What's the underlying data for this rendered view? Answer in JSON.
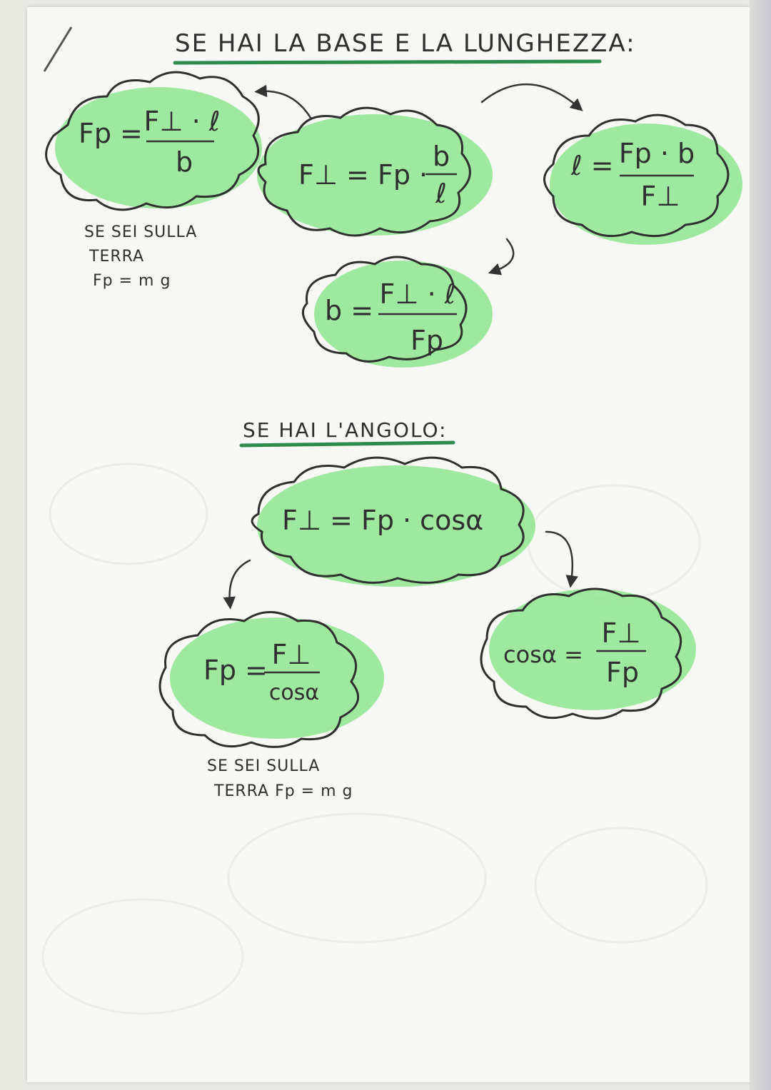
{
  "section1": {
    "heading": "SE HAI LA BASE E LA LUNGHEZZA:",
    "clouds": {
      "fp": {
        "lhs": "Fp =",
        "num": "F⊥ · ℓ",
        "den": "b"
      },
      "fperp": {
        "lhs": "F⊥ = Fp ·",
        "num": "b",
        "den": "ℓ"
      },
      "l": {
        "lhs": "ℓ =",
        "num": "Fp · b",
        "den": "F⊥"
      },
      "b": {
        "lhs": "b =",
        "num": "F⊥ · ℓ",
        "den": "Fp"
      }
    },
    "note": [
      "SE SEI SULLA",
      "TERRA",
      "Fp = m g"
    ]
  },
  "section2": {
    "heading": "SE HAI L'ANGOLO:",
    "clouds": {
      "fperp": {
        "text": "F⊥ = Fp · cosα"
      },
      "fp": {
        "lhs": "Fp =",
        "num": "F⊥",
        "den": "cosα"
      },
      "cos": {
        "lhs": "cosα =",
        "num": "F⊥",
        "den": "Fp"
      }
    },
    "note": [
      "SE SEI SULLA",
      "TERRA Fp = m g"
    ]
  },
  "colors": {
    "cloud_green": "#8fe58f",
    "underline_green": "#2e8b4e",
    "ink": "#2f2f2f"
  }
}
